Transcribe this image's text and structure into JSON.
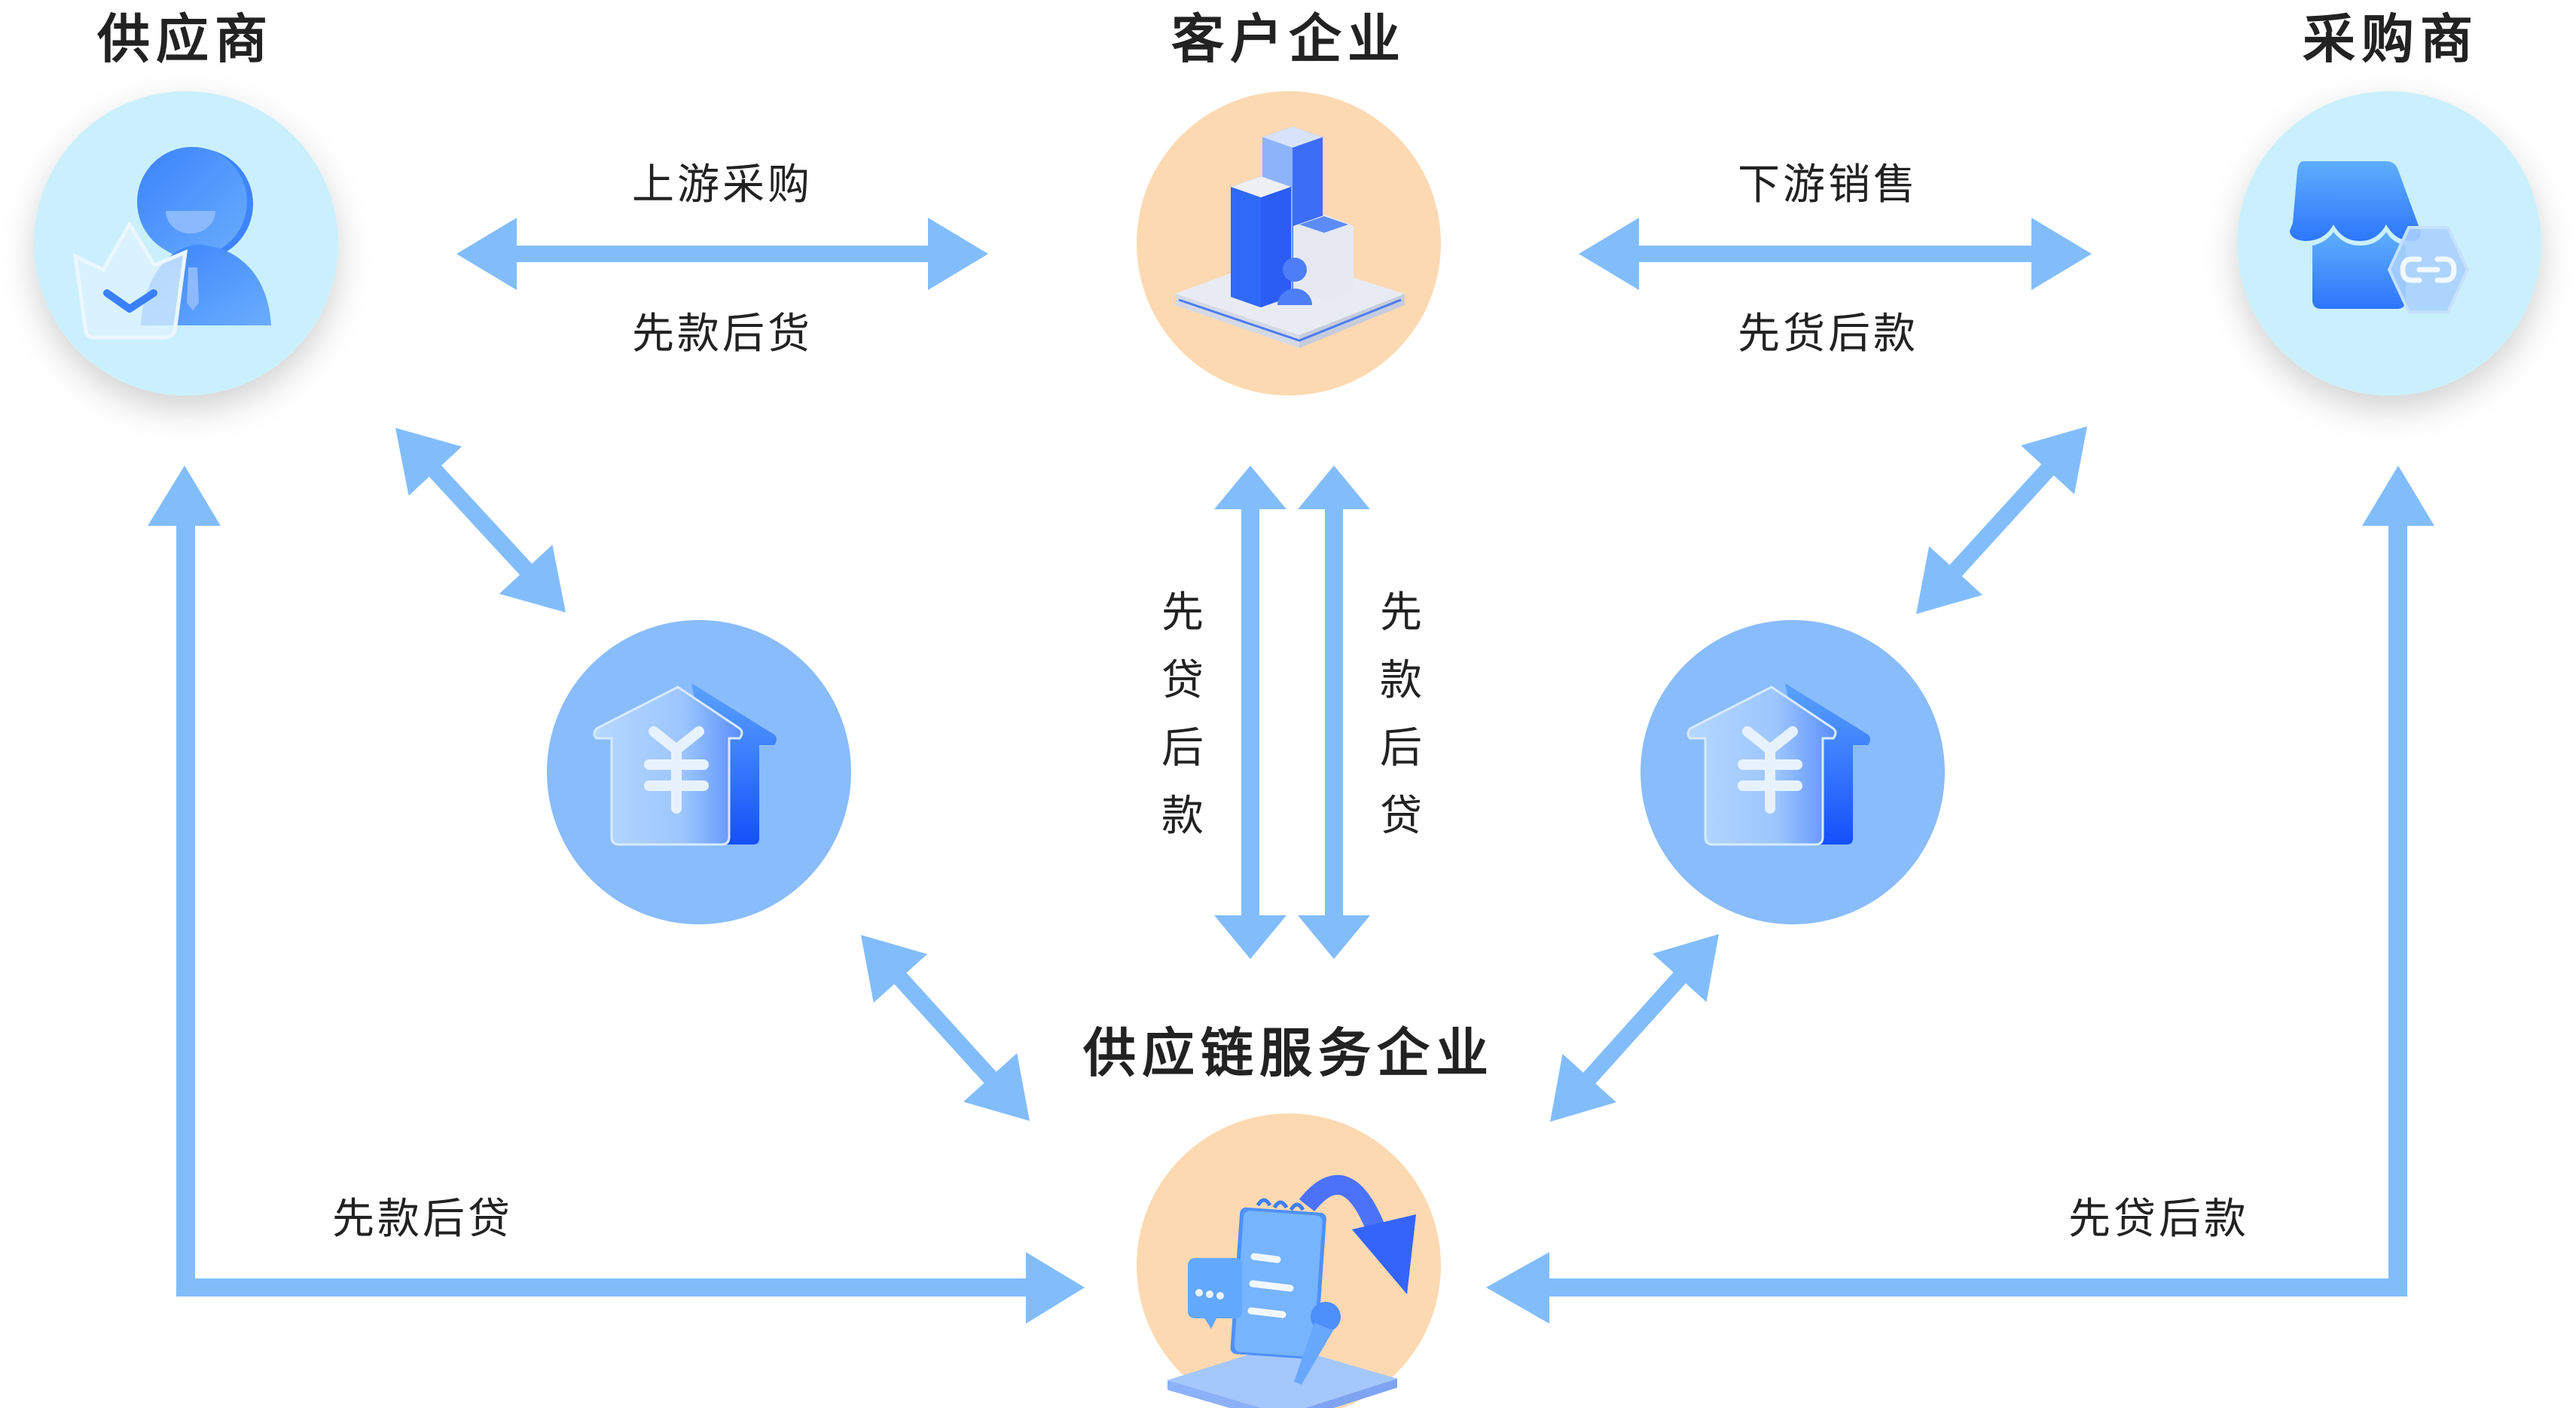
{
  "colors": {
    "arrow": "#82BDFB",
    "light_circle": "#CAF0FD",
    "peach_circle": "#FDD9B1",
    "bank_circle": "#89BCFB",
    "icon_blue": "#3D86FC",
    "text": "#222222"
  },
  "nodes": {
    "supplier": {
      "title": "供应商",
      "icon": "person-check-icon"
    },
    "client": {
      "title": "客户企业",
      "icon": "buildings-icon"
    },
    "purchaser": {
      "title": "采购商",
      "icon": "shop-link-icon"
    },
    "bank_left": {
      "title": "",
      "icon": "bank-yuan-icon"
    },
    "bank_right": {
      "title": "",
      "icon": "bank-yuan-icon"
    },
    "service": {
      "title": "供应链服务企业",
      "icon": "notebook-arrow-icon"
    }
  },
  "edges": {
    "upstream": {
      "top_label": "上游采购",
      "bottom_label": "先款后货"
    },
    "downstream": {
      "top_label": "下游销售",
      "bottom_label": "先货后款"
    },
    "center_left": {
      "label": [
        "先",
        "贷",
        "后",
        "款"
      ]
    },
    "center_right": {
      "label": [
        "先",
        "款",
        "后",
        "贷"
      ]
    },
    "bottom_left": {
      "label": "先款后贷"
    },
    "bottom_right": {
      "label": "先贷后款"
    }
  }
}
